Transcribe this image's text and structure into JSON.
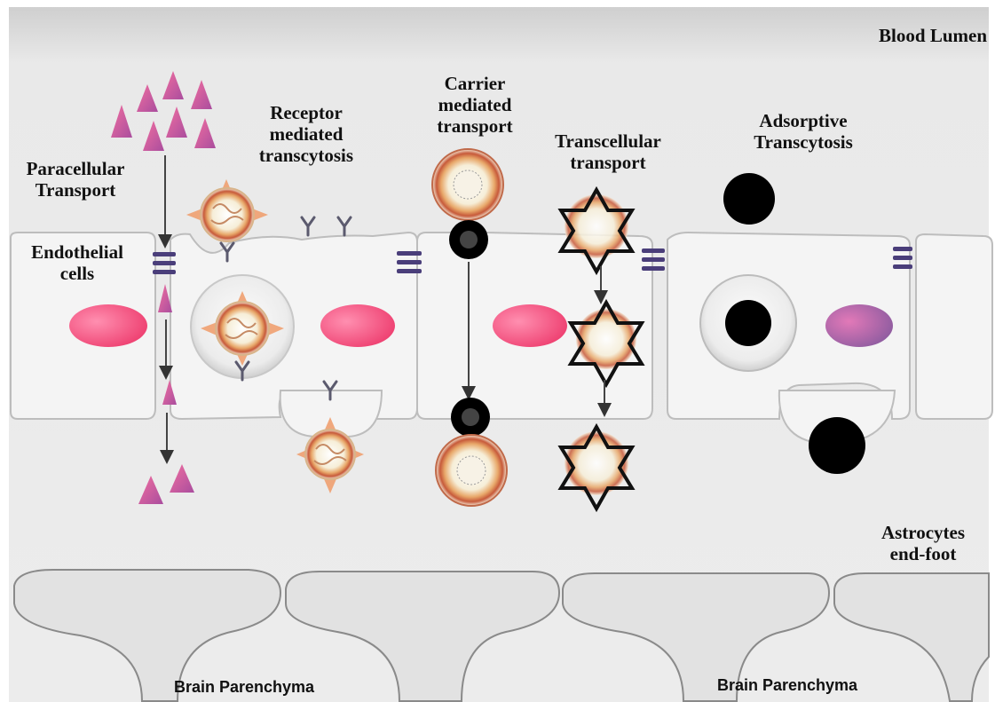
{
  "labels": {
    "blood_lumen": "Blood Lumen",
    "paracellular": [
      "Paracellular",
      "Transport"
    ],
    "receptor": [
      "Receptor",
      "mediated",
      "transcytosis"
    ],
    "carrier": [
      "Carrier",
      "mediated",
      "transport"
    ],
    "transcellular": [
      "Transcellular",
      "transport"
    ],
    "adsorptive": [
      "Adsorptive",
      "Transcytosis"
    ],
    "endothelial": [
      "Endothelial",
      "cells"
    ],
    "astrocytes": [
      "Astrocytes",
      "end-foot"
    ],
    "brain_left": "Brain Parenchyma",
    "brain_right": "Brain Parenchyma"
  },
  "colors": {
    "nucleus": "#f0507a",
    "nucleus_purple": "#b65ca6",
    "triangle": "#e0529b",
    "cell_fill": "#f2f2f2",
    "cell_stroke": "#bdbdbd",
    "black_particle": "#000000",
    "junction": "#4a3e7a"
  }
}
